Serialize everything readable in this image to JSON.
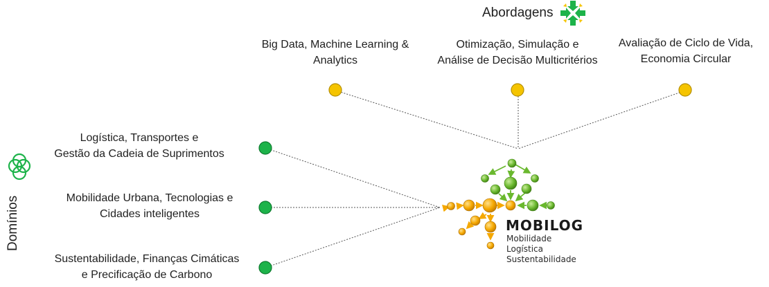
{
  "abordagens": {
    "title": "Abordagens",
    "items": [
      {
        "line1": "Big Data, Machine Learning &",
        "line2": "Analytics"
      },
      {
        "line1": "Otimização, Simulação e",
        "line2": "Análise de Decisão Multicritérios"
      },
      {
        "line1": "Avaliação de Ciclo de Vida,",
        "line2": "Economia Circular"
      }
    ],
    "node_color": "#f5c400",
    "icon": "four-arrows-inward-icon"
  },
  "dominios": {
    "title": "Domínios",
    "items": [
      {
        "line1": "Logística, Transportes e",
        "line2": "Gestão da Cadeia de Suprimentos"
      },
      {
        "line1": "Mobilidade Urbana, Tecnologias e",
        "line2": "Cidades inteligentes"
      },
      {
        "line1": "Sustentabilidade, Finanças Cimáticas",
        "line2": "e Precificação de Carbono"
      }
    ],
    "node_color": "#1db34a",
    "icon": "three-rings-icon"
  },
  "logo": {
    "name": "MOBILOG",
    "tagline": [
      "Mobilidade",
      "Logística",
      "Sustentabilidade"
    ],
    "colors": {
      "orange": "#f5a800",
      "green": "#6ab82e"
    }
  }
}
